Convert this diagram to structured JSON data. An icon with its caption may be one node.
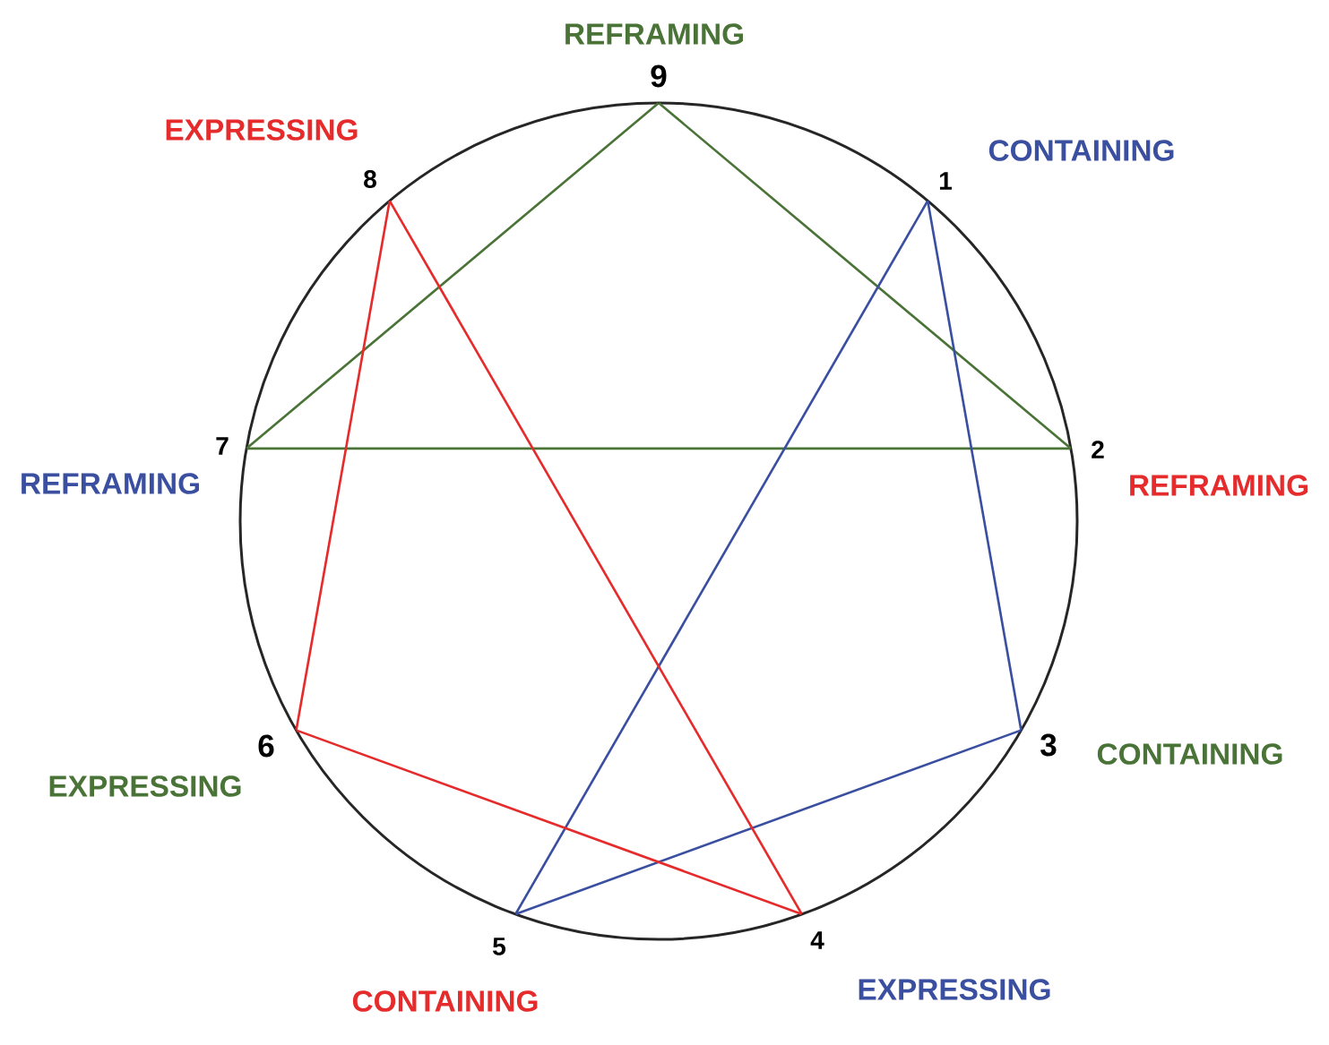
{
  "diagram": {
    "nodes": [
      {
        "text": [
          "9"
        ],
        "beside": [
          "REFRAMING"
        ]
      },
      {
        "text": [
          "8"
        ],
        "beside": [
          "EXPRESSING"
        ]
      },
      {
        "text": [
          "1"
        ],
        "beside": [
          "CONTAINING"
        ]
      },
      {
        "text": [
          "7"
        ],
        "beside": [
          "REFRAMING"
        ]
      },
      {
        "text": [
          "2"
        ],
        "beside": [
          "REFRAMING"
        ]
      },
      {
        "text": [
          "6"
        ],
        "beside": [
          "EXPRESSING"
        ]
      },
      {
        "text": [
          "3"
        ],
        "beside": [
          "CONTAINING"
        ]
      },
      {
        "text": [
          "5"
        ],
        "beside": [
          "CONTAINING"
        ]
      },
      {
        "text": [
          "4"
        ],
        "beside": [
          "EXPRESSING"
        ]
      }
    ],
    "edges": [
      {
        "from": 0,
        "to": 3,
        "arrow": "none",
        "color": "#4a7337"
      },
      {
        "from": 0,
        "to": 4,
        "arrow": "none",
        "color": "#4a7337"
      },
      {
        "from": 3,
        "to": 4,
        "arrow": "none",
        "color": "#4a7337"
      },
      {
        "from": 2,
        "to": 7,
        "arrow": "none",
        "color": "#3a4fa0"
      },
      {
        "from": 2,
        "to": 6,
        "arrow": "none",
        "color": "#3a4fa0"
      },
      {
        "from": 6,
        "to": 7,
        "arrow": "none",
        "color": "#3a4fa0"
      },
      {
        "from": 1,
        "to": 5,
        "arrow": "none",
        "color": "#e52b2b"
      },
      {
        "from": 1,
        "to": 8,
        "arrow": "none",
        "color": "#e52b2b"
      },
      {
        "from": 5,
        "to": 8,
        "arrow": "none",
        "color": "#e52b2b"
      }
    ]
  }
}
